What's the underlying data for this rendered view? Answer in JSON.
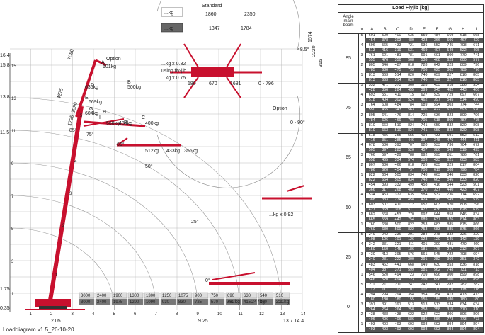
{
  "left": {
    "title_diagram": "Loaddiagram v1.5_26-10-20",
    "y_ticks": [
      "16.4",
      "15.8",
      "13.8",
      "11.5",
      "1.75",
      "0.35"
    ],
    "x_ticks": [
      "2.05",
      "9.25",
      "13.7 14.4"
    ],
    "grid_x_labels": [
      "1",
      "2",
      "3",
      "4",
      "5",
      "6",
      "7",
      "8",
      "9",
      "10",
      "11",
      "12",
      "13",
      "14"
    ],
    "grid_y_labels": [
      "1",
      "2",
      "3",
      "4",
      "5",
      "6",
      "7",
      "8",
      "9",
      "10",
      "11",
      "12",
      "13",
      "14",
      "15",
      "16"
    ],
    "angles": [
      "85°",
      "75°",
      "65°",
      "50°",
      "25°",
      "0°"
    ],
    "option_top": "Option",
    "top_loads": [
      "601kg",
      "635kg",
      "669kg",
      "604kg",
      "568kg",
      "484kg",
      "400kg",
      "500kg"
    ],
    "top_letters": [
      "A",
      "D",
      "E",
      "G",
      "I",
      "H",
      "C",
      "B",
      "F"
    ],
    "top_dims": [
      "7080",
      "4275",
      "3090",
      "1725"
    ],
    "mid_loads": [
      "512kg",
      "433kg",
      "355kg"
    ],
    "bottom_loads": [
      "282kg",
      "247kg",
      "211kg"
    ],
    "boom_numbers": [
      "5",
      "4",
      "3",
      "2",
      "1"
    ],
    "loads_bottom": [
      [
        "3000",
        "3000"
      ],
      [
        "2400",
        "2400"
      ],
      [
        "1900",
        "1975"
      ],
      [
        "1300",
        "1290"
      ],
      [
        "1300",
        "1090"
      ],
      [
        "1250",
        "930"
      ],
      [
        "1075",
        "830"
      ],
      [
        "900",
        "725"
      ],
      [
        "750",
        "570"
      ],
      [
        "690",
        "490"
      ],
      [
        "630",
        "415"
      ],
      [
        "540",
        "350"
      ],
      [
        "510",
        "320"
      ]
    ]
  },
  "top_view": {
    "standard_label": "Standard",
    "kg_labels": [
      "...kg",
      "...kg"
    ],
    "dims_top": [
      "1860",
      "2350"
    ],
    "dims_second": [
      "1347",
      "1784"
    ],
    "dims_right": [
      "315",
      "2220",
      "1574"
    ],
    "angle": "48.5°",
    "bottom_dims": [
      "180",
      "670",
      "1681",
      "0 - 796"
    ],
    "factor_text": [
      "...kg x 0.82",
      "using fly-jib",
      "...kg x 0.75"
    ],
    "option_label": "Option",
    "range_label": "0 - 90°"
  },
  "side_note": {
    "text": "...kg x 0.92"
  },
  "table": {
    "title": "Load Flyjib [kg]",
    "head_angle": "Angle main boom",
    "head_nr": "nr.",
    "cols": [
      "A",
      "B",
      "C",
      "D",
      "E",
      "F",
      "G",
      "H",
      "I"
    ],
    "blocks": [
      {
        "angle": "85",
        "rows": [
          {
            "nr": "5",
            "v": [
              "601",
              "500",
              "400",
              "635",
              "559",
              "484",
              "669",
              "618",
              "568"
            ]
          },
          {
            "nr": "",
            "v": [
              "454",
              "378",
              "303",
              "480",
              "423",
              "366",
              "506",
              "467",
              "429"
            ]
          },
          {
            "nr": "4",
            "v": [
              "696",
              "565",
              "433",
              "721",
              "636",
              "552",
              "745",
              "708",
              "671"
            ]
          },
          {
            "nr": "",
            "v": [
              "513",
              "416",
              "319",
              "531",
              "469",
              "407",
              "549",
              "522",
              "495"
            ]
          },
          {
            "nr": "3",
            "v": [
              "761",
              "621",
              "481",
              "781",
              "691",
              "601",
              "800",
              "770",
              "741"
            ]
          },
          {
            "nr": "",
            "v": [
              "555",
              "476",
              "350",
              "568",
              "538",
              "468",
              "623",
              "600",
              "577"
            ]
          },
          {
            "nr": "2",
            "v": [
              "805",
              "646",
              "487",
              "818",
              "728",
              "642",
              "823",
              "809",
              "796"
            ]
          },
          {
            "nr": "",
            "v": [
              "785",
              "630",
              "475",
              "793",
              "708",
              "625",
              "802",
              "789",
              "776"
            ]
          },
          {
            "nr": "1",
            "v": [
              "813",
              "663",
              "514",
              "820",
              "740",
              "659",
              "827",
              "816",
              "805"
            ]
          },
          {
            "nr": "",
            "v": [
              "813",
              "663",
              "514",
              "820",
              "740",
              "659",
              "827",
              "816",
              "805"
            ]
          }
        ]
      },
      {
        "angle": "75",
        "rows": [
          {
            "nr": "5",
            "v": [
              "532",
              "471",
              "375",
              "560",
              "528",
              "455",
              "618",
              "586",
              "534"
            ]
          },
          {
            "nr": "",
            "v": [
              "428",
              "356",
              "284",
              "455",
              "399",
              "345",
              "482",
              "443",
              "406"
            ]
          },
          {
            "nr": "4",
            "v": [
              "693",
              "551",
              "411",
              "715",
              "627",
              "539",
              "729",
              "697",
              "667"
            ]
          },
          {
            "nr": "",
            "v": [
              "518",
              "404",
              "302",
              "524",
              "462",
              "397",
              "545",
              "514",
              "490"
            ]
          },
          {
            "nr": "3",
            "v": [
              "764",
              "608",
              "484",
              "784",
              "689",
              "594",
              "803",
              "774",
              "744"
            ]
          },
          {
            "nr": "",
            "v": [
              "550",
              "465",
              "343",
              "563",
              "495",
              "422",
              "617",
              "593",
              "570"
            ]
          },
          {
            "nr": "2",
            "v": [
              "805",
              "641",
              "476",
              "814",
              "725",
              "636",
              "823",
              "809",
              "796"
            ]
          },
          {
            "nr": "",
            "v": [
              "784",
              "626",
              "469",
              "790",
              "705",
              "618",
              "800",
              "787",
              "775"
            ]
          },
          {
            "nr": "1",
            "v": [
              "810",
              "663",
              "510",
              "824",
              "741",
              "659",
              "832",
              "820",
              "808"
            ]
          },
          {
            "nr": "",
            "v": [
              "810",
              "663",
              "510",
              "824",
              "741",
              "659",
              "832",
              "820",
              "808"
            ]
          }
        ]
      },
      {
        "angle": "65",
        "rows": [
          {
            "nr": "5",
            "v": [
              "518",
              "436",
              "355",
              "555",
              "494",
              "433",
              "591",
              "552",
              "512"
            ]
          },
          {
            "nr": "",
            "v": [
              "416",
              "351",
              "285",
              "446",
              "397",
              "348",
              "476",
              "444",
              "411"
            ]
          },
          {
            "nr": "4",
            "v": [
              "678",
              "536",
              "393",
              "707",
              "620",
              "533",
              "736",
              "704",
              "672"
            ]
          },
          {
            "nr": "",
            "v": [
              "505",
              "397",
              "283",
              "520",
              "457",
              "386",
              "543",
              "519",
              "495"
            ]
          },
          {
            "nr": "3",
            "v": [
              "766",
              "597",
              "429",
              "788",
              "692",
              "595",
              "811",
              "786",
              "761"
            ]
          },
          {
            "nr": "",
            "v": [
              "558",
              "465",
              "334",
              "574",
              "503",
              "423",
              "621",
              "603",
              "585"
            ]
          },
          {
            "nr": "2",
            "v": [
              "807",
              "636",
              "466",
              "818",
              "726",
              "635",
              "829",
              "817",
              "804"
            ]
          },
          {
            "nr": "",
            "v": [
              "786",
              "620",
              "454",
              "797",
              "708",
              "619",
              "808",
              "796",
              "784"
            ]
          },
          {
            "nr": "1",
            "v": [
              "822",
              "664",
              "505",
              "834",
              "748",
              "663",
              "846",
              "833",
              "820"
            ]
          },
          {
            "nr": "",
            "v": [
              "822",
              "664",
              "505",
              "834",
              "748",
              "663",
              "846",
              "833",
              "820"
            ]
          }
        ]
      },
      {
        "angle": "50",
        "rows": [
          {
            "nr": "5",
            "v": [
              "454",
              "393",
              "332",
              "499",
              "458",
              "416",
              "544",
              "523",
              "501"
            ]
          },
          {
            "nr": "",
            "v": [
              "366",
              "317",
              "268",
              "403",
              "370",
              "337",
              "440",
              "423",
              "407"
            ]
          },
          {
            "nr": "4",
            "v": [
              "534",
              "453",
              "372",
              "635",
              "584",
              "532",
              "736",
              "714",
              "692"
            ]
          },
          {
            "nr": "",
            "v": [
              "388",
              "333",
              "274",
              "458",
              "424",
              "386",
              "549",
              "534",
              "519"
            ]
          },
          {
            "nr": "3",
            "v": [
              "603",
              "507",
              "411",
              "712",
              "657",
              "603",
              "820",
              "808",
              "796"
            ]
          },
          {
            "nr": "",
            "v": [
              "427",
              "369",
              "308",
              "511",
              "477",
              "436",
              "638",
              "628",
              "619"
            ]
          },
          {
            "nr": "2",
            "v": [
              "682",
              "568",
              "453",
              "770",
              "697",
              "644",
              "858",
              "846",
              "834"
            ]
          },
          {
            "nr": "",
            "v": [
              "665",
              "559",
              "442",
              "754",
              "689",
              "637",
              "826",
              "814",
              "803"
            ]
          },
          {
            "nr": "1",
            "v": [
              "760",
              "630",
              "500",
              "822",
              "753",
              "683",
              "885",
              "875",
              "866"
            ]
          },
          {
            "nr": "",
            "v": [
              "760",
              "630",
              "500",
              "822",
              "753",
              "683",
              "885",
              "875",
              "866"
            ]
          }
        ]
      },
      {
        "angle": "25",
        "rows": [
          {
            "nr": "5",
            "v": [
              "249",
              "242",
              "236",
              "291",
              "284",
              "278",
              "332",
              "326",
              "320"
            ]
          },
          {
            "nr": "",
            "v": [
              "108",
              "106",
              "101",
              "126",
              "123",
              "120",
              "145",
              "142",
              "139"
            ]
          },
          {
            "nr": "4",
            "v": [
              "342",
              "331",
              "321",
              "411",
              "401",
              "390",
              "481",
              "470",
              "460"
            ]
          },
          {
            "nr": "",
            "v": [
              "150",
              "150",
              "145",
              "186",
              "181",
              "176",
              "217",
              "212",
              "207"
            ]
          },
          {
            "nr": "3",
            "v": [
              "430",
              "413",
              "395",
              "576",
              "561",
              "545",
              "722",
              "708",
              "694"
            ]
          },
          {
            "nr": "",
            "v": [
              "240",
              "231",
              "222",
              "300",
              "291",
              "282",
              "360",
              "351",
              "342"
            ]
          },
          {
            "nr": "2",
            "v": [
              "483",
              "462",
              "441",
              "668",
              "649",
              "630",
              "853",
              "836",
              "818"
            ]
          },
          {
            "nr": "",
            "v": [
              "404",
              "387",
              "371",
              "599",
              "581",
              "562",
              "748",
              "731",
              "713"
            ]
          },
          {
            "nr": "1",
            "v": [
              "546",
              "520",
              "494",
              "723",
              "709",
              "696",
              "900",
              "899",
              "898"
            ]
          },
          {
            "nr": "",
            "v": [
              "546",
              "520",
              "494",
              "723",
              "709",
              "696",
              "900",
              "899",
              "898"
            ]
          }
        ]
      },
      {
        "angle": "0",
        "rows": [
          {
            "nr": "5",
            "v": [
              "211",
              "211",
              "211",
              "247",
              "247",
              "247",
              "282",
              "282",
              "282"
            ]
          },
          {
            "nr": "",
            "v": [
              "117",
              "117",
              "117",
              "107",
              "107",
              "107",
              "118",
              "118",
              "118"
            ]
          },
          {
            "nr": "4",
            "v": [
              "294",
              "294",
              "294",
              "354",
              "354",
              "354",
              "413",
              "413",
              "413"
            ]
          },
          {
            "nr": "",
            "v": [
              "180",
              "180",
              "180",
              "155",
              "155",
              "155",
              "180",
              "180",
              "180"
            ]
          },
          {
            "nr": "3",
            "v": [
              "391",
              "391",
              "391",
              "513",
              "513",
              "513",
              "634",
              "634",
              "634"
            ]
          },
          {
            "nr": "",
            "v": [
              "264",
              "264",
              "264",
              "258",
              "258",
              "258",
              "310",
              "310",
              "310"
            ]
          },
          {
            "nr": "2",
            "v": [
              "438",
              "438",
              "438",
              "622",
              "622",
              "622",
              "806",
              "806",
              "806"
            ]
          },
          {
            "nr": "",
            "v": [
              "406",
              "406",
              "406",
              "586",
              "586",
              "586",
              "773",
              "773",
              "773"
            ]
          },
          {
            "nr": "1",
            "v": [
              "493",
              "493",
              "493",
              "693",
              "693",
              "693",
              "894",
              "894",
              "894"
            ]
          },
          {
            "nr": "",
            "v": [
              "493",
              "493",
              "493",
              "693",
              "693",
              "693",
              "894",
              "894",
              "894"
            ]
          }
        ]
      }
    ]
  }
}
